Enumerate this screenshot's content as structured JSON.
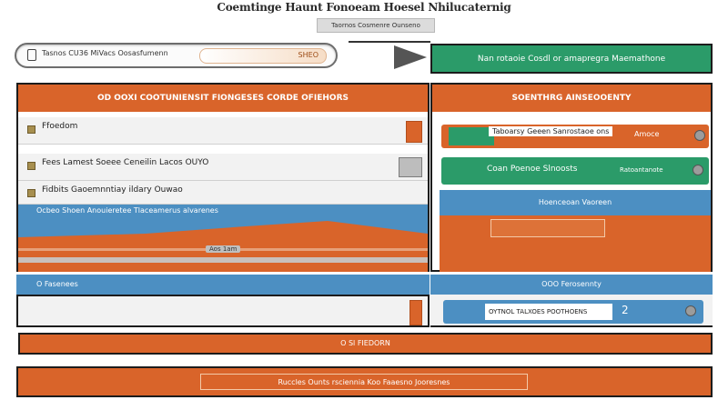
{
  "header": {
    "title": "Coemtinge Haunt Fonoeam Hoesel Nhilucaternig",
    "subtitle": "Taornos Cosmenre Ounseno"
  },
  "search": {
    "placeholder": "Tasnos CU36 MiVacs Oosasfumenn",
    "pill_label": "SHEO",
    "icon": "search-icon"
  },
  "right_header_button": {
    "label": "Nan rotaoie Cosdl or amapregra Maemathone"
  },
  "left_panel": {
    "title": "OD OOXI  COOTUNIENSIT  FIONGESES CORDE OFIEHORS",
    "rows": [
      {
        "label": "Ffoedom"
      },
      {
        "label": "Fees Lamest Soeee Ceneilin Lacos OUYO"
      },
      {
        "label": "Fidbits Gaoemnntiay ildary Ouwao"
      }
    ],
    "banner_caption": "Ocbeo Shoen  Anouieretee Tlaceamerus  alvarenes",
    "banner_small": "Aos 1am",
    "bottom_bar_label": "O Fasenees"
  },
  "right_panel": {
    "title": "SOENTHRG  AINSEOOENTY",
    "items": [
      {
        "label": "Taboarsy  Geeen Sanrostaoe ons",
        "tag": "Amoce"
      },
      {
        "label": "Coan Poenoe Slnoosts",
        "tag": "Ratoantanote"
      }
    ],
    "blue_label": "Hoenceoan Vaoreen",
    "blue_input": "",
    "bottom_bar_label": "OOO  Ferosennty",
    "bottom_item": {
      "label": "OYTNOL  TALXOES  POOTHOENS",
      "tag": "2"
    }
  },
  "footer": {
    "center_bar_label": "O Sl FIEDORN",
    "bottom_bar_label": "Ruccles Ounts rsciennia Koo Faaesno Jooresnes"
  },
  "colors": {
    "orange": "#d9642a",
    "green": "#2b9b69",
    "blue": "#4c8fc2",
    "dark": "#1c1c1c"
  }
}
